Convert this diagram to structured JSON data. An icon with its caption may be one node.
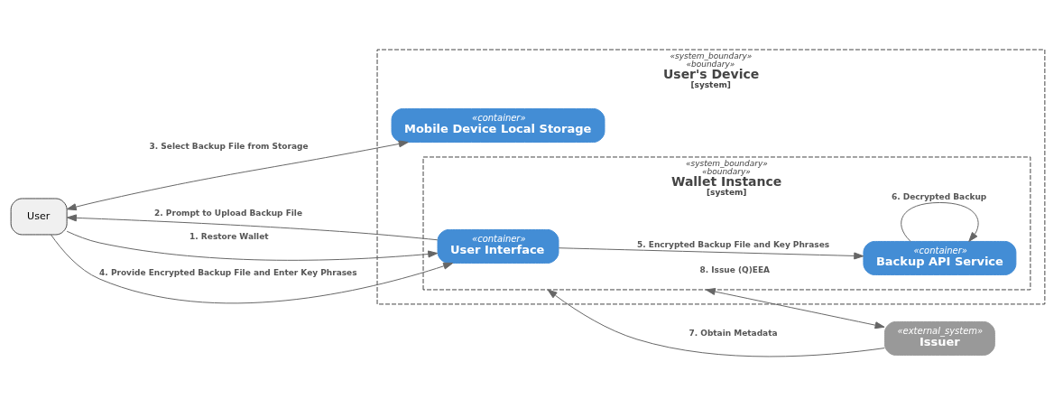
{
  "diagram": {
    "nodes": [
      {
        "text": [
          "«system_boundary»",
          "«boundary»",
          "User's Device",
          "[system]"
        ]
      },
      {
        "text": [
          "User"
        ]
      },
      {
        "text": [
          "«container»",
          "Mobile Device Local Storage"
        ],
        "in": 0
      },
      {
        "text": [
          "«system_boundary»",
          "«boundary»",
          "Wallet Instance",
          "[system]"
        ],
        "in": 0
      },
      {
        "text": [
          "«container»",
          "User Interface"
        ],
        "in": 3
      },
      {
        "text": [
          "«container»",
          "Backup API Service"
        ],
        "in": 3
      },
      {
        "text": [
          "«external_system»",
          "Issuer"
        ]
      }
    ],
    "edges": [
      {
        "from": 1,
        "to": 4,
        "arrow": "to",
        "label": "1. Restore Wallet"
      },
      {
        "from": 4,
        "to": 1,
        "arrow": "to",
        "label": "2. Prompt to Upload Backup File"
      },
      {
        "from": 1,
        "to": 2,
        "arrow": "both",
        "label": "3. Select Backup File from Storage"
      },
      {
        "from": 1,
        "to": 4,
        "arrow": "to",
        "label": "4. Provide Encrypted Backup File and Enter Key Phrases"
      },
      {
        "from": 4,
        "to": 5,
        "arrow": "to",
        "label": "5. Encrypted Backup File and Key Phrases"
      },
      {
        "from": 5,
        "to": 5,
        "arrow": "to",
        "label": "6. Decrypted Backup"
      },
      {
        "from": 6,
        "to": 3,
        "arrow": "to",
        "label": "7. Obtain Metadata"
      },
      {
        "from": 3,
        "to": 6,
        "arrow": "both",
        "label": "8. Issue (Q)EEA"
      }
    ]
  }
}
